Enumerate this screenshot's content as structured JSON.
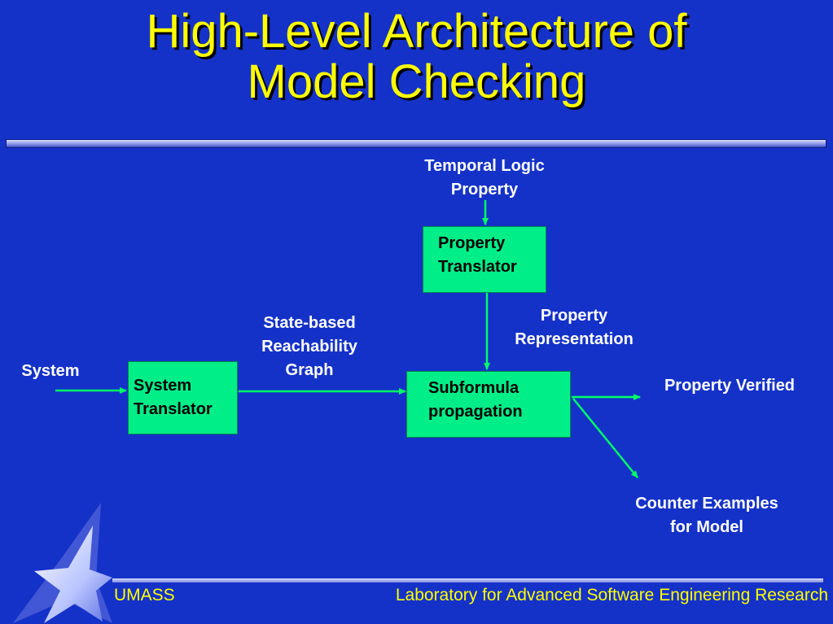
{
  "slide": {
    "title_line1": "High-Level Architecture of",
    "title_line2": "Model Checking"
  },
  "diagram": {
    "inputs": {
      "temporal_logic_property": "Temporal Logic\nProperty",
      "system": "System"
    },
    "boxes": {
      "property_translator": "Property\nTranslator",
      "system_translator": "System\nTranslator",
      "subformula_propagation": "Subformula\npropagation"
    },
    "edge_labels": {
      "property_representation": "Property\nRepresentation",
      "state_based_graph": "State-based\nReachability\nGraph"
    },
    "outputs": {
      "property_verified": "Property Verified",
      "counter_examples": "Counter Examples\nfor Model"
    },
    "arrow_color": "#00ff66"
  },
  "footer": {
    "left": "UMASS",
    "right": "Laboratory for Advanced Software Engineering Research"
  },
  "colors": {
    "background": "#1432c8",
    "title": "#ffff00",
    "box_fill": "#00ee88",
    "label": "#ffffff"
  }
}
